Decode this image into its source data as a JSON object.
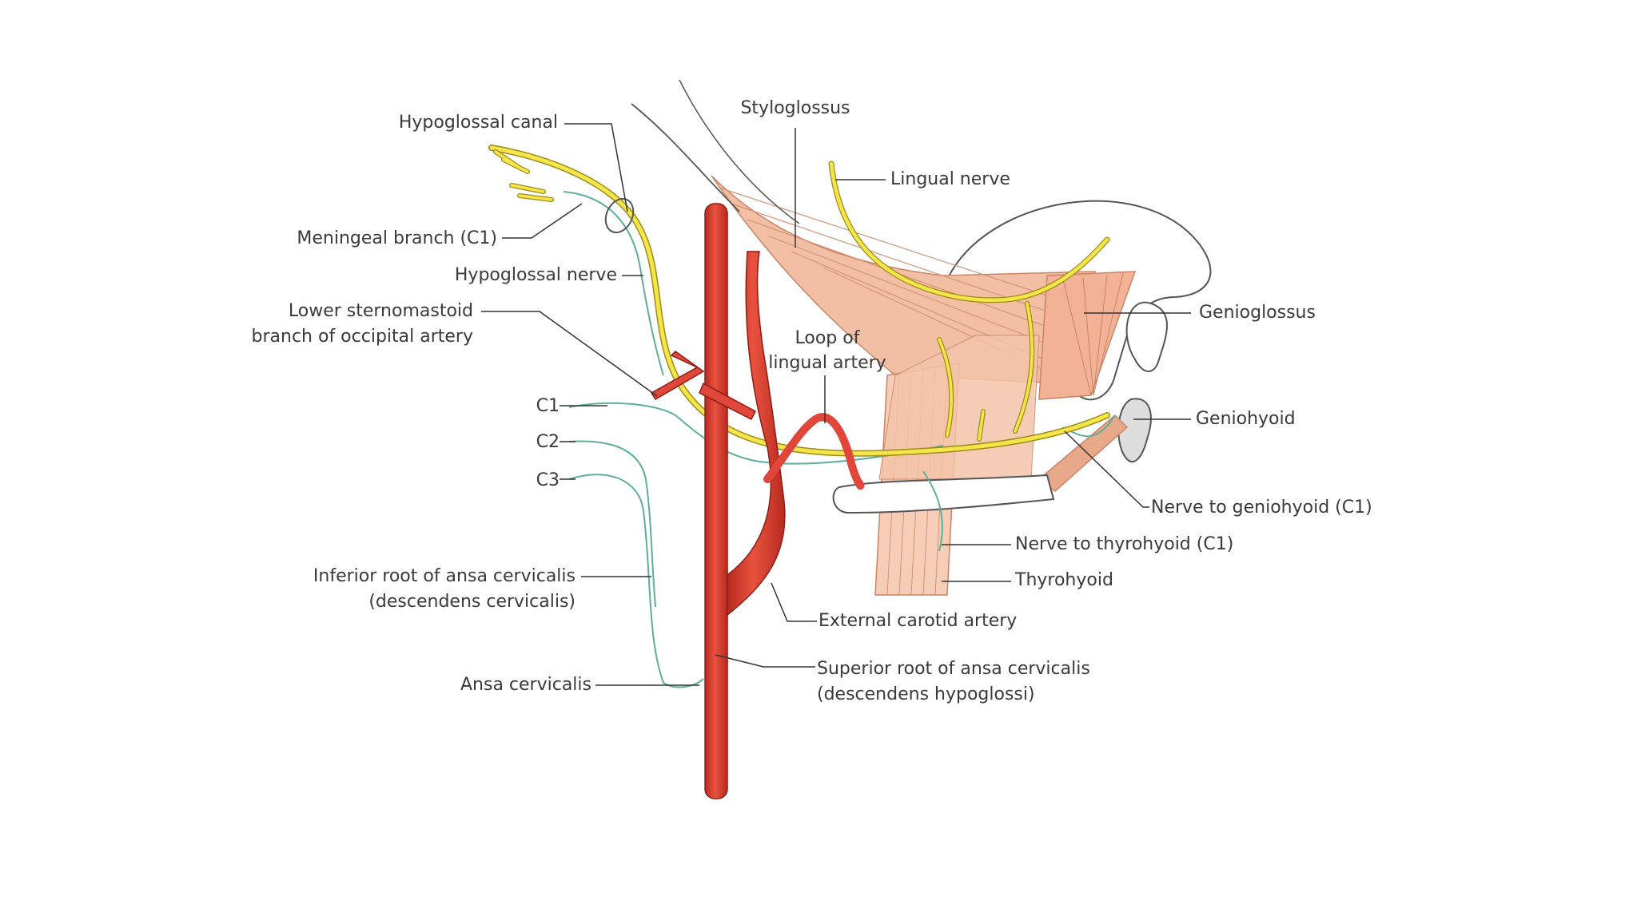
{
  "labels": {
    "hypoglossal_canal": "Hypoglossal canal",
    "styloglossus": "Styloglossus",
    "lingual_nerve": "Lingual nerve",
    "meningeal_branch": "Meningeal branch (C1)",
    "hypoglossal_nerve": "Hypoglossal nerve",
    "lower_sternomastoid_1": "Lower sternomastoid",
    "lower_sternomastoid_2": "branch of occipital artery",
    "loop_lingual_1": "Loop of",
    "loop_lingual_2": "lingual artery",
    "genioglossus": "Genioglossus",
    "geniohyoid": "Geniohyoid",
    "c1": "C1",
    "c2": "C2",
    "c3": "C3",
    "nerve_to_geniohyoid": "Nerve to geniohyoid (C1)",
    "nerve_to_thyrohyoid": "Nerve to thyrohyoid (C1)",
    "thyrohyoid": "Thyrohyoid",
    "inferior_root_1": "Inferior root of ansa cervicalis",
    "inferior_root_2": "(descendens cervicalis)",
    "external_carotid": "External carotid artery",
    "superior_root_1": "Superior root of ansa cervicalis",
    "superior_root_2": "(descendens hypoglossi)",
    "ansa_cervicalis": "Ansa cervicalis"
  },
  "colors": {
    "nerve_yellow": "#f2e64a",
    "nerve_outline": "#a08a1a",
    "artery_red": "#e0463a",
    "artery_dark": "#a8231c",
    "cervical_nerve_green": "#5fae9a",
    "muscle_fill": "#f3bfa4",
    "muscle_line": "#c98466",
    "leader_line": "#333333"
  }
}
